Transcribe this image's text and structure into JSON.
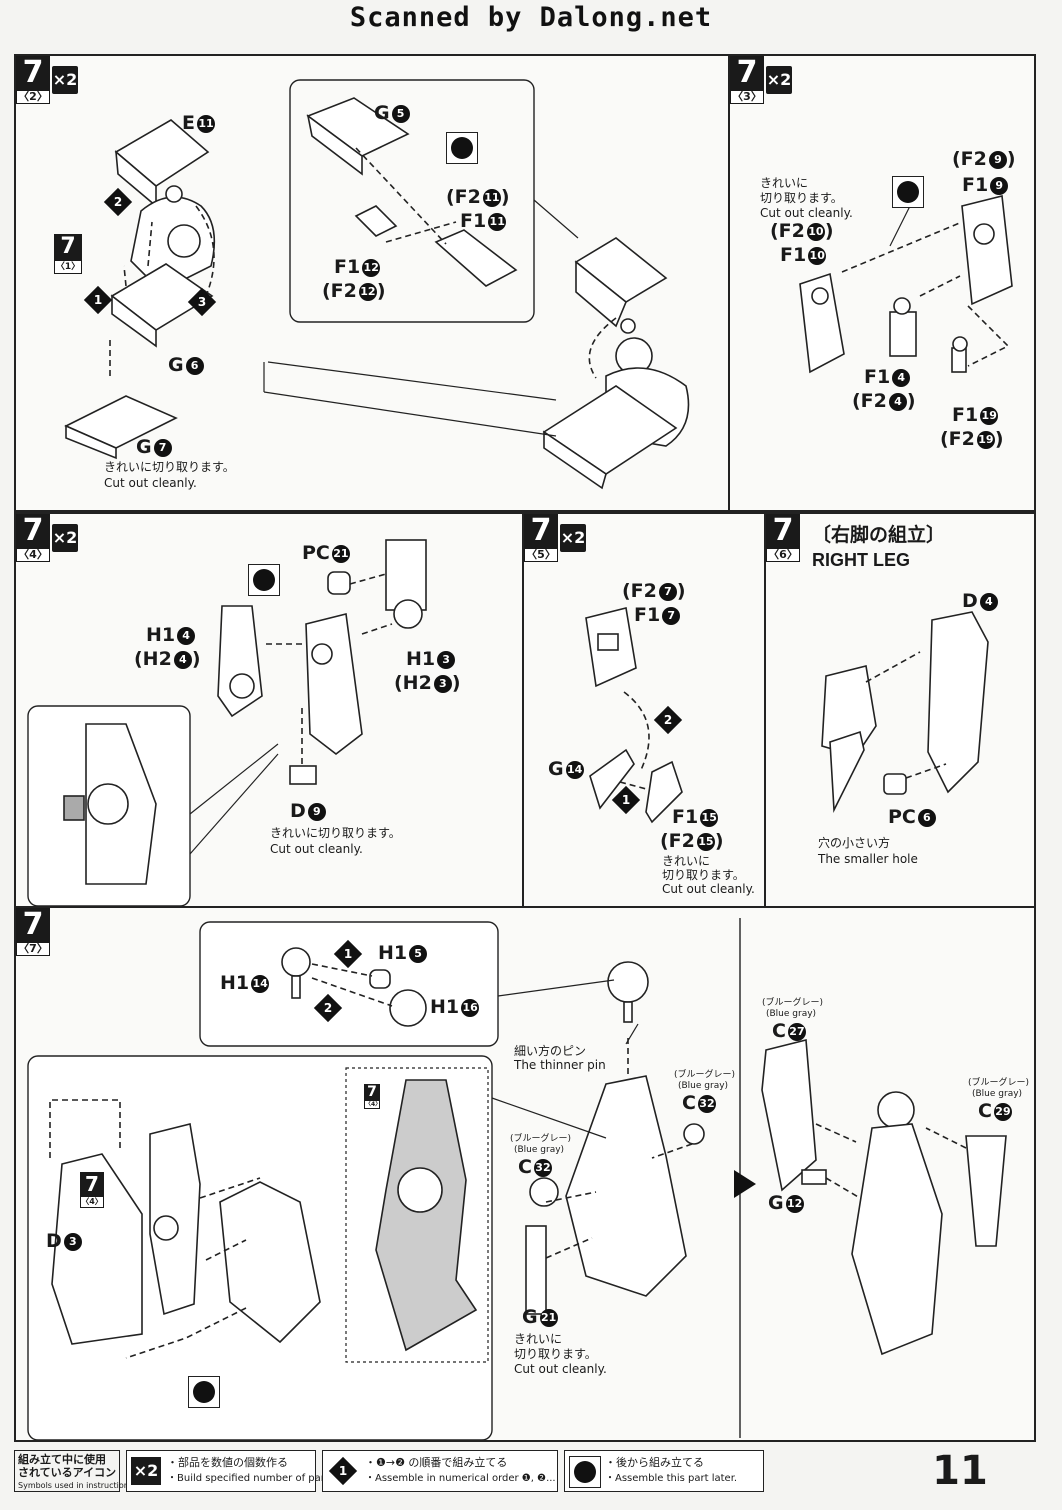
{
  "header": {
    "scan_credit": "Scanned by Dalong.net"
  },
  "panels": {
    "p1": {
      "step": "7",
      "sub": "〈2〉",
      "mult": "×2",
      "labels": {
        "e": "E",
        "e_n": "11",
        "g6": "G",
        "g6_n": "6",
        "g7": "G",
        "g7_n": "7",
        "ref": "7",
        "ref_sub": "〈1〉",
        "s1": "1",
        "s2": "2",
        "s3": "3"
      },
      "note_jp": "きれいに切り取ります。",
      "note_en": "Cut out cleanly."
    },
    "p1b": {
      "g5": "G",
      "g5_n": "5",
      "f211": "(F2",
      "f211_n": "11",
      "f211_close": ")",
      "f111": "F1",
      "f111_n": "11",
      "f112": "F1",
      "f112_n": "12",
      "f212": "(F2",
      "f212_n": "12",
      "f212_close": ")"
    },
    "p2": {
      "step": "7",
      "sub": "〈3〉",
      "mult": "×2",
      "labels": {
        "f29": "(F2",
        "f29_n": "9",
        "f29_close": ")",
        "f19": "F1",
        "f19_n": "9",
        "f210": "(F2",
        "f210_n": "10",
        "f210_close": ")",
        "f110": "F1",
        "f110_n": "10",
        "f14": "F1",
        "f14_n": "4",
        "f24": "(F2",
        "f24_n": "4",
        "f24_close": ")",
        "f119": "F1",
        "f119_n": "19",
        "f219": "(F2",
        "f219_n": "19",
        "f219_close": ")"
      },
      "note_jp1": "きれいに",
      "note_jp2": "切り取ります。",
      "note_en": "Cut out cleanly."
    },
    "p3": {
      "step": "7",
      "sub": "〈4〉",
      "mult": "×2",
      "labels": {
        "pc": "PC",
        "pc_n": "21",
        "h14": "H1",
        "h14_n": "4",
        "h24": "(H2",
        "h24_n": "4",
        "h24_close": ")",
        "h13": "H1",
        "h13_n": "3",
        "h23": "(H2",
        "h23_n": "3",
        "h23_close": ")",
        "d9": "D",
        "d9_n": "9"
      },
      "note_jp": "きれいに切り取ります。",
      "note_en": "Cut out cleanly."
    },
    "p4": {
      "step": "7",
      "sub": "〈5〉",
      "mult": "×2",
      "labels": {
        "f27": "(F2",
        "f27_n": "7",
        "f27_close": ")",
        "f17": "F1",
        "f17_n": "7",
        "g14": "G",
        "g14_n": "14",
        "f115": "F1",
        "f115_n": "15",
        "f215": "(F2",
        "f215_n": "15",
        "f215_close": ")",
        "s1": "1",
        "s2": "2"
      },
      "note_jp1": "きれいに",
      "note_jp2": "切り取ります。",
      "note_en": "Cut out cleanly."
    },
    "p5": {
      "step": "7",
      "sub": "〈6〉",
      "title_jp": "〔右脚の組立〕",
      "title_en": "RIGHT LEG",
      "labels": {
        "d4": "D",
        "d4_n": "4",
        "pc6": "PC",
        "pc6_n": "6"
      },
      "note_jp": "穴の小さい方",
      "note_en": "The smaller hole"
    },
    "p6": {
      "step": "7",
      "sub": "〈7〉",
      "labels": {
        "h15": "H1",
        "h15_n": "5",
        "h114": "H1",
        "h114_n": "14",
        "h116": "H1",
        "h116_n": "16",
        "d3": "D",
        "d3_n": "3",
        "ref1": "7",
        "ref1_sub": "〈4〉",
        "ref2": "7",
        "ref2_sub": "〈4〉",
        "c32a": "C",
        "c32a_n": "32",
        "c32b": "C",
        "c32b_n": "32",
        "g21": "G",
        "g21_n": "21",
        "c27": "C",
        "c27_n": "27",
        "c29": "C",
        "c29_n": "29",
        "g12": "G",
        "g12_n": "12",
        "s1": "1",
        "s2": "2"
      },
      "pin_jp": "細い方のピン",
      "pin_en": "The thinner pin",
      "bluegray_jp": "(ブルーグレー)",
      "bluegray_en": "(Blue gray)",
      "note_jp1": "きれいに",
      "note_jp2": "切り取ります。",
      "note_en": "Cut out cleanly."
    }
  },
  "legend": {
    "head_jp1": "組み立て中に使用",
    "head_jp2": "されているアイコン",
    "head_en": "Symbols used in instructions",
    "mult_icon": "×2",
    "mult_jp": "・部品を数値の個数作る",
    "mult_en": "・Build specified number of parts.",
    "order_icon": "1",
    "order_jp": "・❶→❷ の順番で組み立てる",
    "order_en": "・Assemble in numerical order ❶, ❷...",
    "later_jp": "・後から組み立てる",
    "later_en": "・Assemble this part later."
  },
  "page": {
    "number": "11"
  }
}
